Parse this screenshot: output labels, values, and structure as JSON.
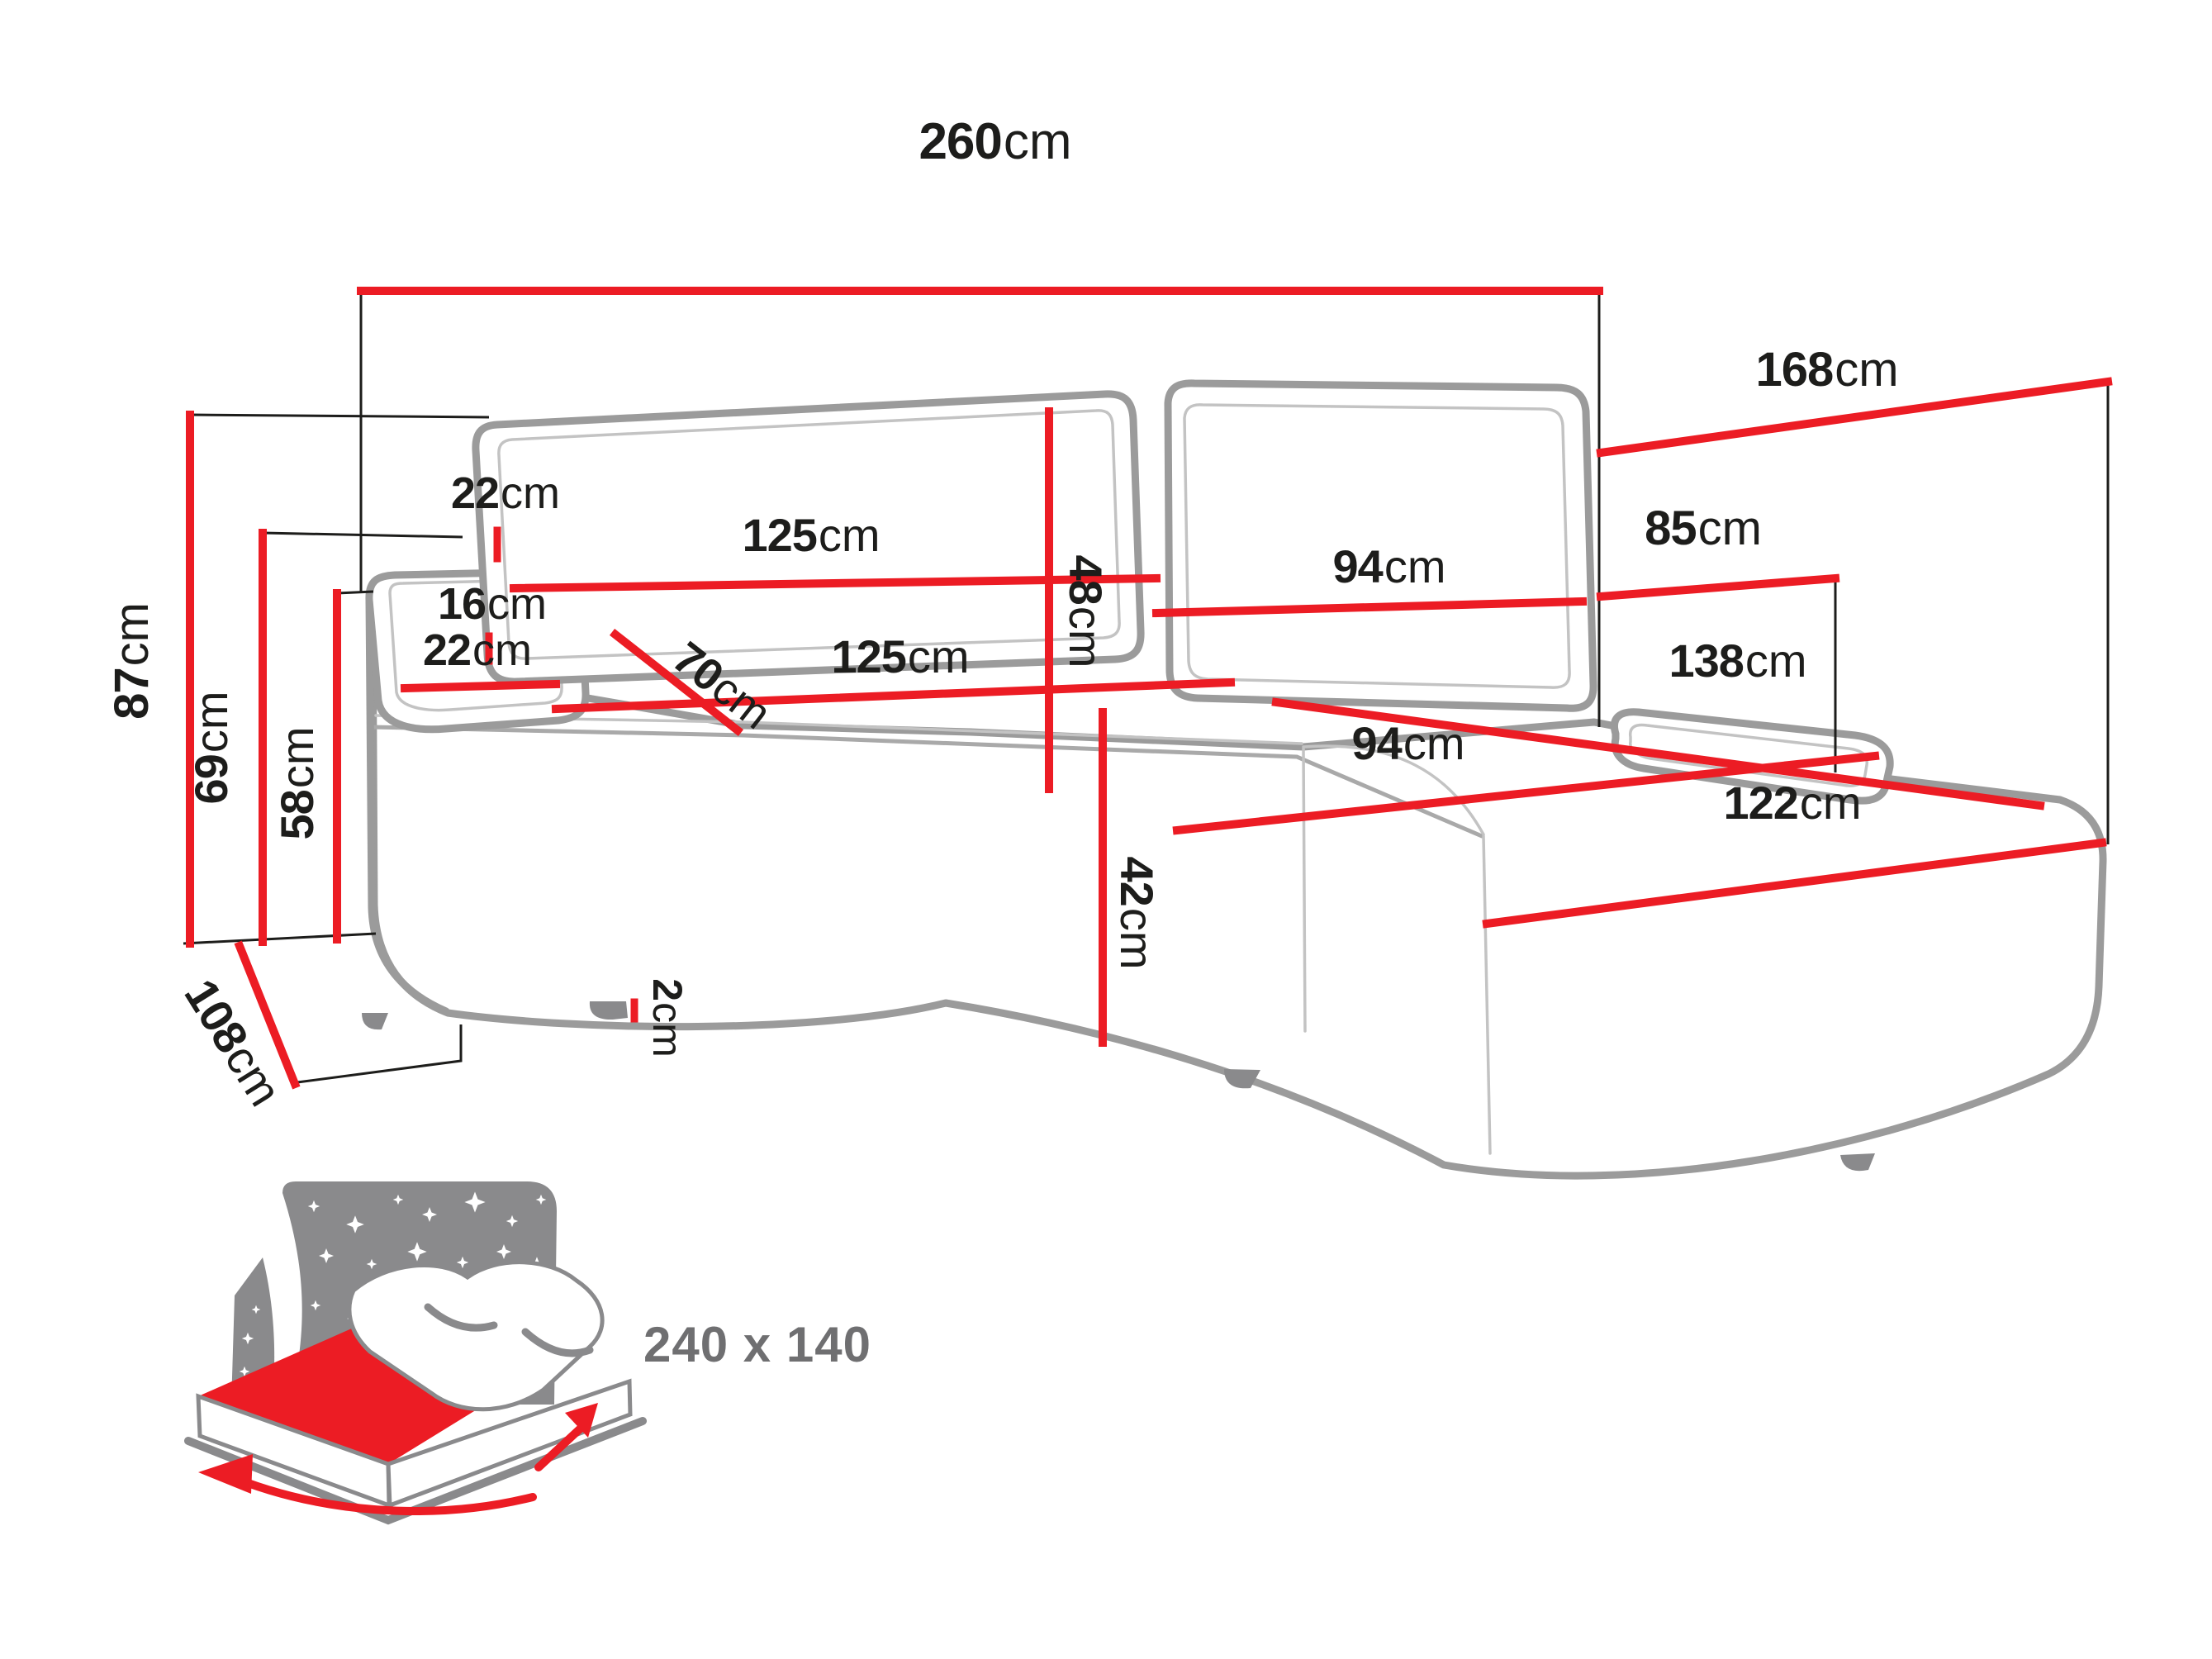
{
  "title": "Corner sofa dimensions diagram",
  "unit": "cm",
  "colors": {
    "accent_red": "#ec1c24",
    "outline_gray": "#9b9b9b",
    "icon_gray": "#8a8a8c",
    "text_black": "#1d1d1b",
    "bed_text_gray": "#6f6f71"
  },
  "dims": [
    {
      "name": "total-width",
      "num": "260",
      "unit": "cm"
    },
    {
      "name": "chaise-total-depth",
      "num": "168",
      "unit": "cm"
    },
    {
      "name": "chaise-back-height",
      "num": "85",
      "unit": "cm"
    },
    {
      "name": "total-height",
      "num": "87",
      "unit": "cm"
    },
    {
      "name": "back-cushion-top-height",
      "num": "69",
      "unit": "cm"
    },
    {
      "name": "armrest-height",
      "num": "58",
      "unit": "cm"
    },
    {
      "name": "side-depth",
      "num": "108",
      "unit": "cm"
    },
    {
      "name": "back-cushion-thickness",
      "num": "22",
      "unit": "cm"
    },
    {
      "name": "back-gap",
      "num": "16",
      "unit": "cm"
    },
    {
      "name": "armrest-width",
      "num": "22",
      "unit": "cm"
    },
    {
      "name": "back-cushion-width-left",
      "num": "125",
      "unit": "cm"
    },
    {
      "name": "back-cushion-height",
      "num": "48",
      "unit": "cm"
    },
    {
      "name": "back-cushion-width-right",
      "num": "94",
      "unit": "cm"
    },
    {
      "name": "seat-depth",
      "num": "70",
      "unit": "cm"
    },
    {
      "name": "seat-width-left",
      "num": "125",
      "unit": "cm"
    },
    {
      "name": "seat-width-right",
      "num": "94",
      "unit": "cm"
    },
    {
      "name": "chaise-length",
      "num": "138",
      "unit": "cm"
    },
    {
      "name": "seat-front-height",
      "num": "42",
      "unit": "cm"
    },
    {
      "name": "chaise-front-width",
      "num": "122",
      "unit": "cm"
    },
    {
      "name": "leg-height",
      "num": "2",
      "unit": "cm"
    }
  ],
  "sleeping_area": {
    "size": "240 x 140"
  }
}
